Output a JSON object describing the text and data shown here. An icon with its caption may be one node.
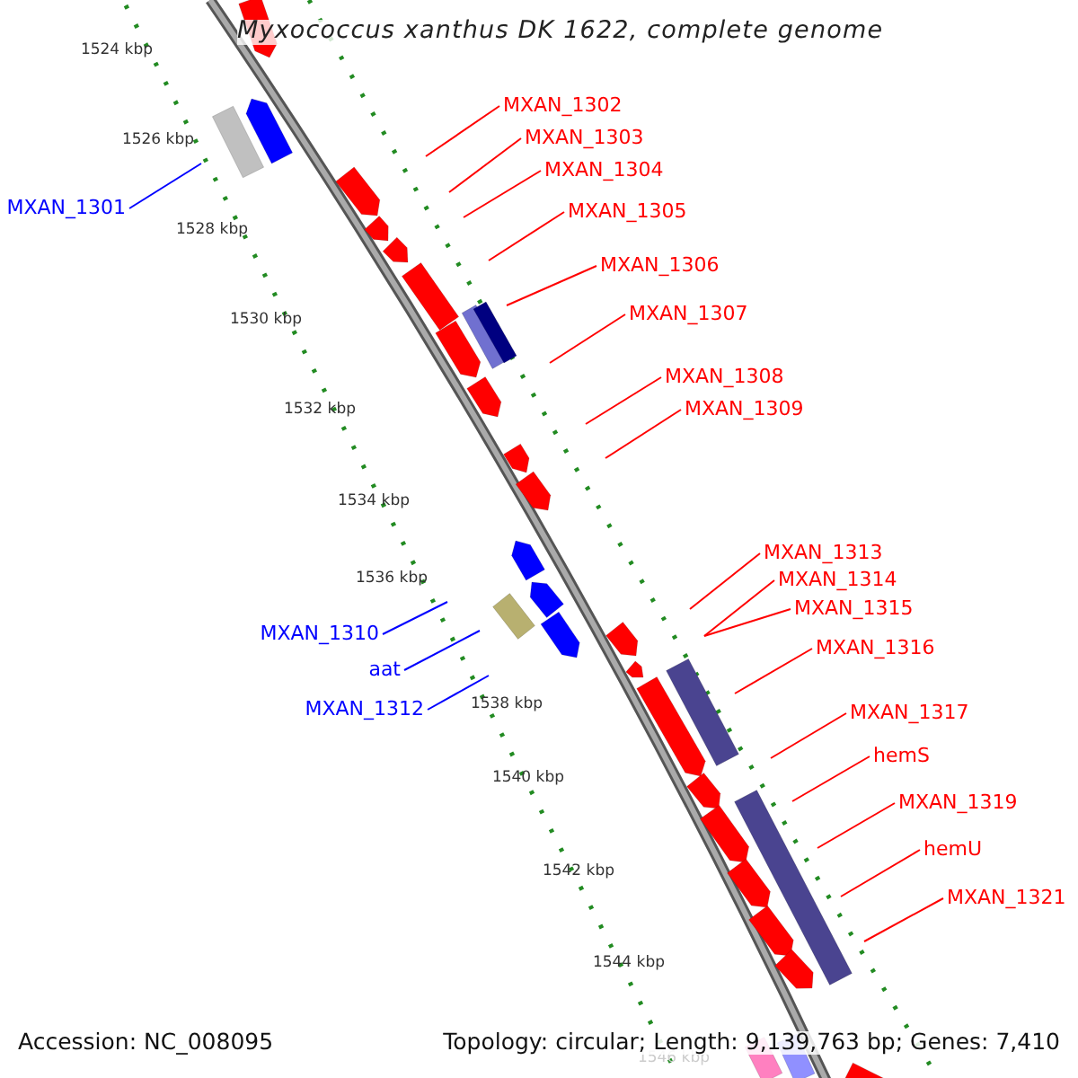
{
  "diagram": {
    "title": "Myxococcus xanthus DK 1622, complete genome",
    "nodes": [
      {
        "text": [
          "MXAN_1301"
        ]
      },
      {
        "text": [
          "MXAN_1302"
        ]
      },
      {
        "text": [
          "MXAN_1303"
        ]
      },
      {
        "text": [
          "MXAN_1304"
        ]
      },
      {
        "text": [
          "MXAN_1305"
        ]
      },
      {
        "text": [
          "MXAN_1306"
        ]
      },
      {
        "text": [
          "MXAN_1307"
        ]
      },
      {
        "text": [
          "MXAN_1308"
        ]
      },
      {
        "text": [
          "MXAN_1309"
        ]
      },
      {
        "text": [
          "MXAN_1310"
        ]
      },
      {
        "text": [
          "aat"
        ]
      },
      {
        "text": [
          "MXAN_1312"
        ]
      },
      {
        "text": [
          "MXAN_1313"
        ]
      },
      {
        "text": [
          "MXAN_1314"
        ]
      },
      {
        "text": [
          "MXAN_1315"
        ]
      },
      {
        "text": [
          "MXAN_1316"
        ]
      },
      {
        "text": [
          "MXAN_1317"
        ]
      },
      {
        "text": [
          "hemS"
        ]
      },
      {
        "text": [
          "MXAN_1319"
        ]
      },
      {
        "text": [
          "hemU"
        ]
      },
      {
        "text": [
          "MXAN_1321"
        ]
      }
    ],
    "edges": [
      {
        "from": 0,
        "to": null,
        "arrow": "none",
        "color": "#0000ff"
      },
      {
        "from": 1,
        "to": null,
        "arrow": "none"
      },
      {
        "from": 2,
        "to": null,
        "arrow": "none"
      },
      {
        "from": 3,
        "to": null,
        "arrow": "none"
      },
      {
        "from": 4,
        "to": null,
        "arrow": "none"
      },
      {
        "from": 5,
        "to": null,
        "arrow": "none"
      },
      {
        "from": 6,
        "to": null,
        "arrow": "none"
      },
      {
        "from": 7,
        "to": null,
        "arrow": "none"
      },
      {
        "from": 8,
        "to": null,
        "arrow": "none"
      },
      {
        "from": 9,
        "to": null,
        "arrow": "none",
        "color": "#0000ff"
      },
      {
        "from": 10,
        "to": null,
        "arrow": "none",
        "color": "#0000ff"
      },
      {
        "from": 11,
        "to": null,
        "arrow": "none",
        "color": "#0000ff"
      },
      {
        "from": 12,
        "to": null,
        "arrow": "none"
      },
      {
        "from": 13,
        "to": null,
        "arrow": "none"
      },
      {
        "from": 14,
        "to": null,
        "arrow": "none"
      },
      {
        "from": 15,
        "to": null,
        "arrow": "none"
      },
      {
        "from": 16,
        "to": null,
        "arrow": "none"
      },
      {
        "from": 17,
        "to": null,
        "arrow": "none"
      },
      {
        "from": 18,
        "to": null,
        "arrow": "none"
      },
      {
        "from": 19,
        "to": null,
        "arrow": "none"
      },
      {
        "from": 20,
        "to": null,
        "arrow": "none"
      }
    ],
    "labels": [
      "1524 kbp",
      "1526 kbp",
      "1528 kbp",
      "1530 kbp",
      "1532 kbp",
      "1534 kbp",
      "1536 kbp",
      "1538 kbp",
      "1540 kbp",
      "1542 kbp",
      "1544 kbp",
      "1546 kbp",
      "Accession: NC_008095",
      "Topology: circular; Length: 9,139,763 bp; Genes: 7,410"
    ]
  }
}
